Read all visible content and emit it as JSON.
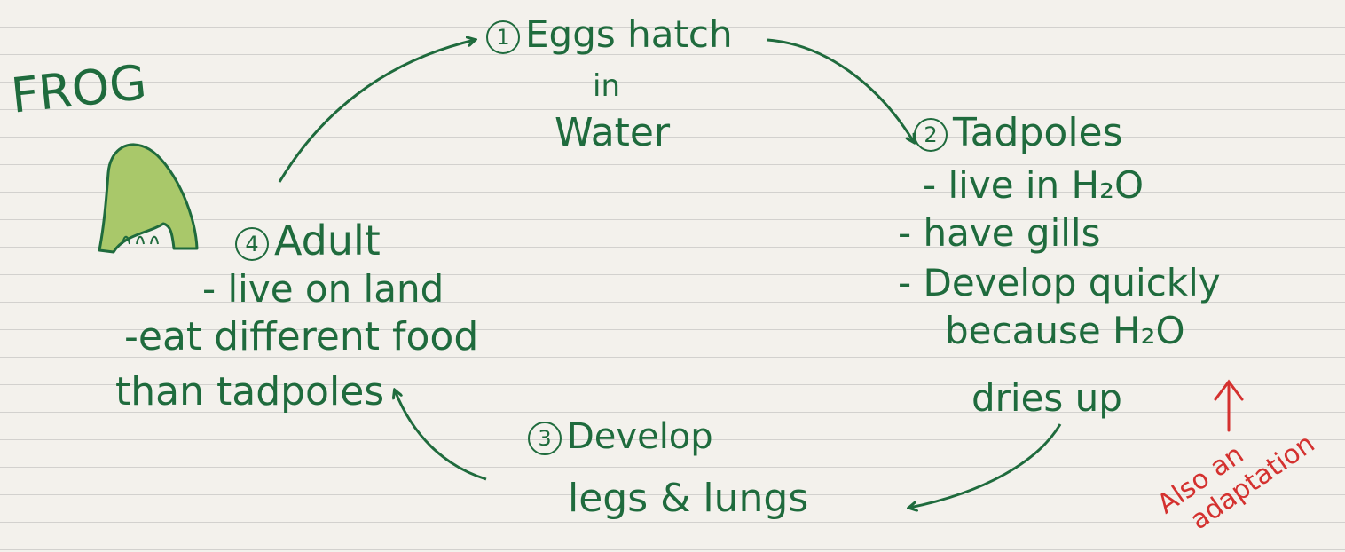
{
  "title": "FROG",
  "stages": [
    {
      "number": "1",
      "heading": "Eggs hatch",
      "lines": [
        "in",
        "Water"
      ]
    },
    {
      "number": "2",
      "heading": "Tadpoles",
      "lines": [
        "- live in H₂O",
        "- have gills",
        "- Develop quickly",
        "because H₂O",
        "dries up"
      ]
    },
    {
      "number": "3",
      "heading": "Develop",
      "lines": [
        "legs & lungs"
      ]
    },
    {
      "number": "4",
      "heading": "Adult",
      "lines": [
        "- live on land",
        "-eat different food",
        "than tadpoles"
      ]
    }
  ],
  "note": {
    "lines": [
      "Also an",
      "adaptation"
    ]
  },
  "icons": [
    "frog-sketch-icon"
  ],
  "colors": {
    "ink_green": "#1f6b3d",
    "ink_red": "#d4312f",
    "frog_fill": "#a9c86a",
    "paper": "#f3f1ec"
  }
}
